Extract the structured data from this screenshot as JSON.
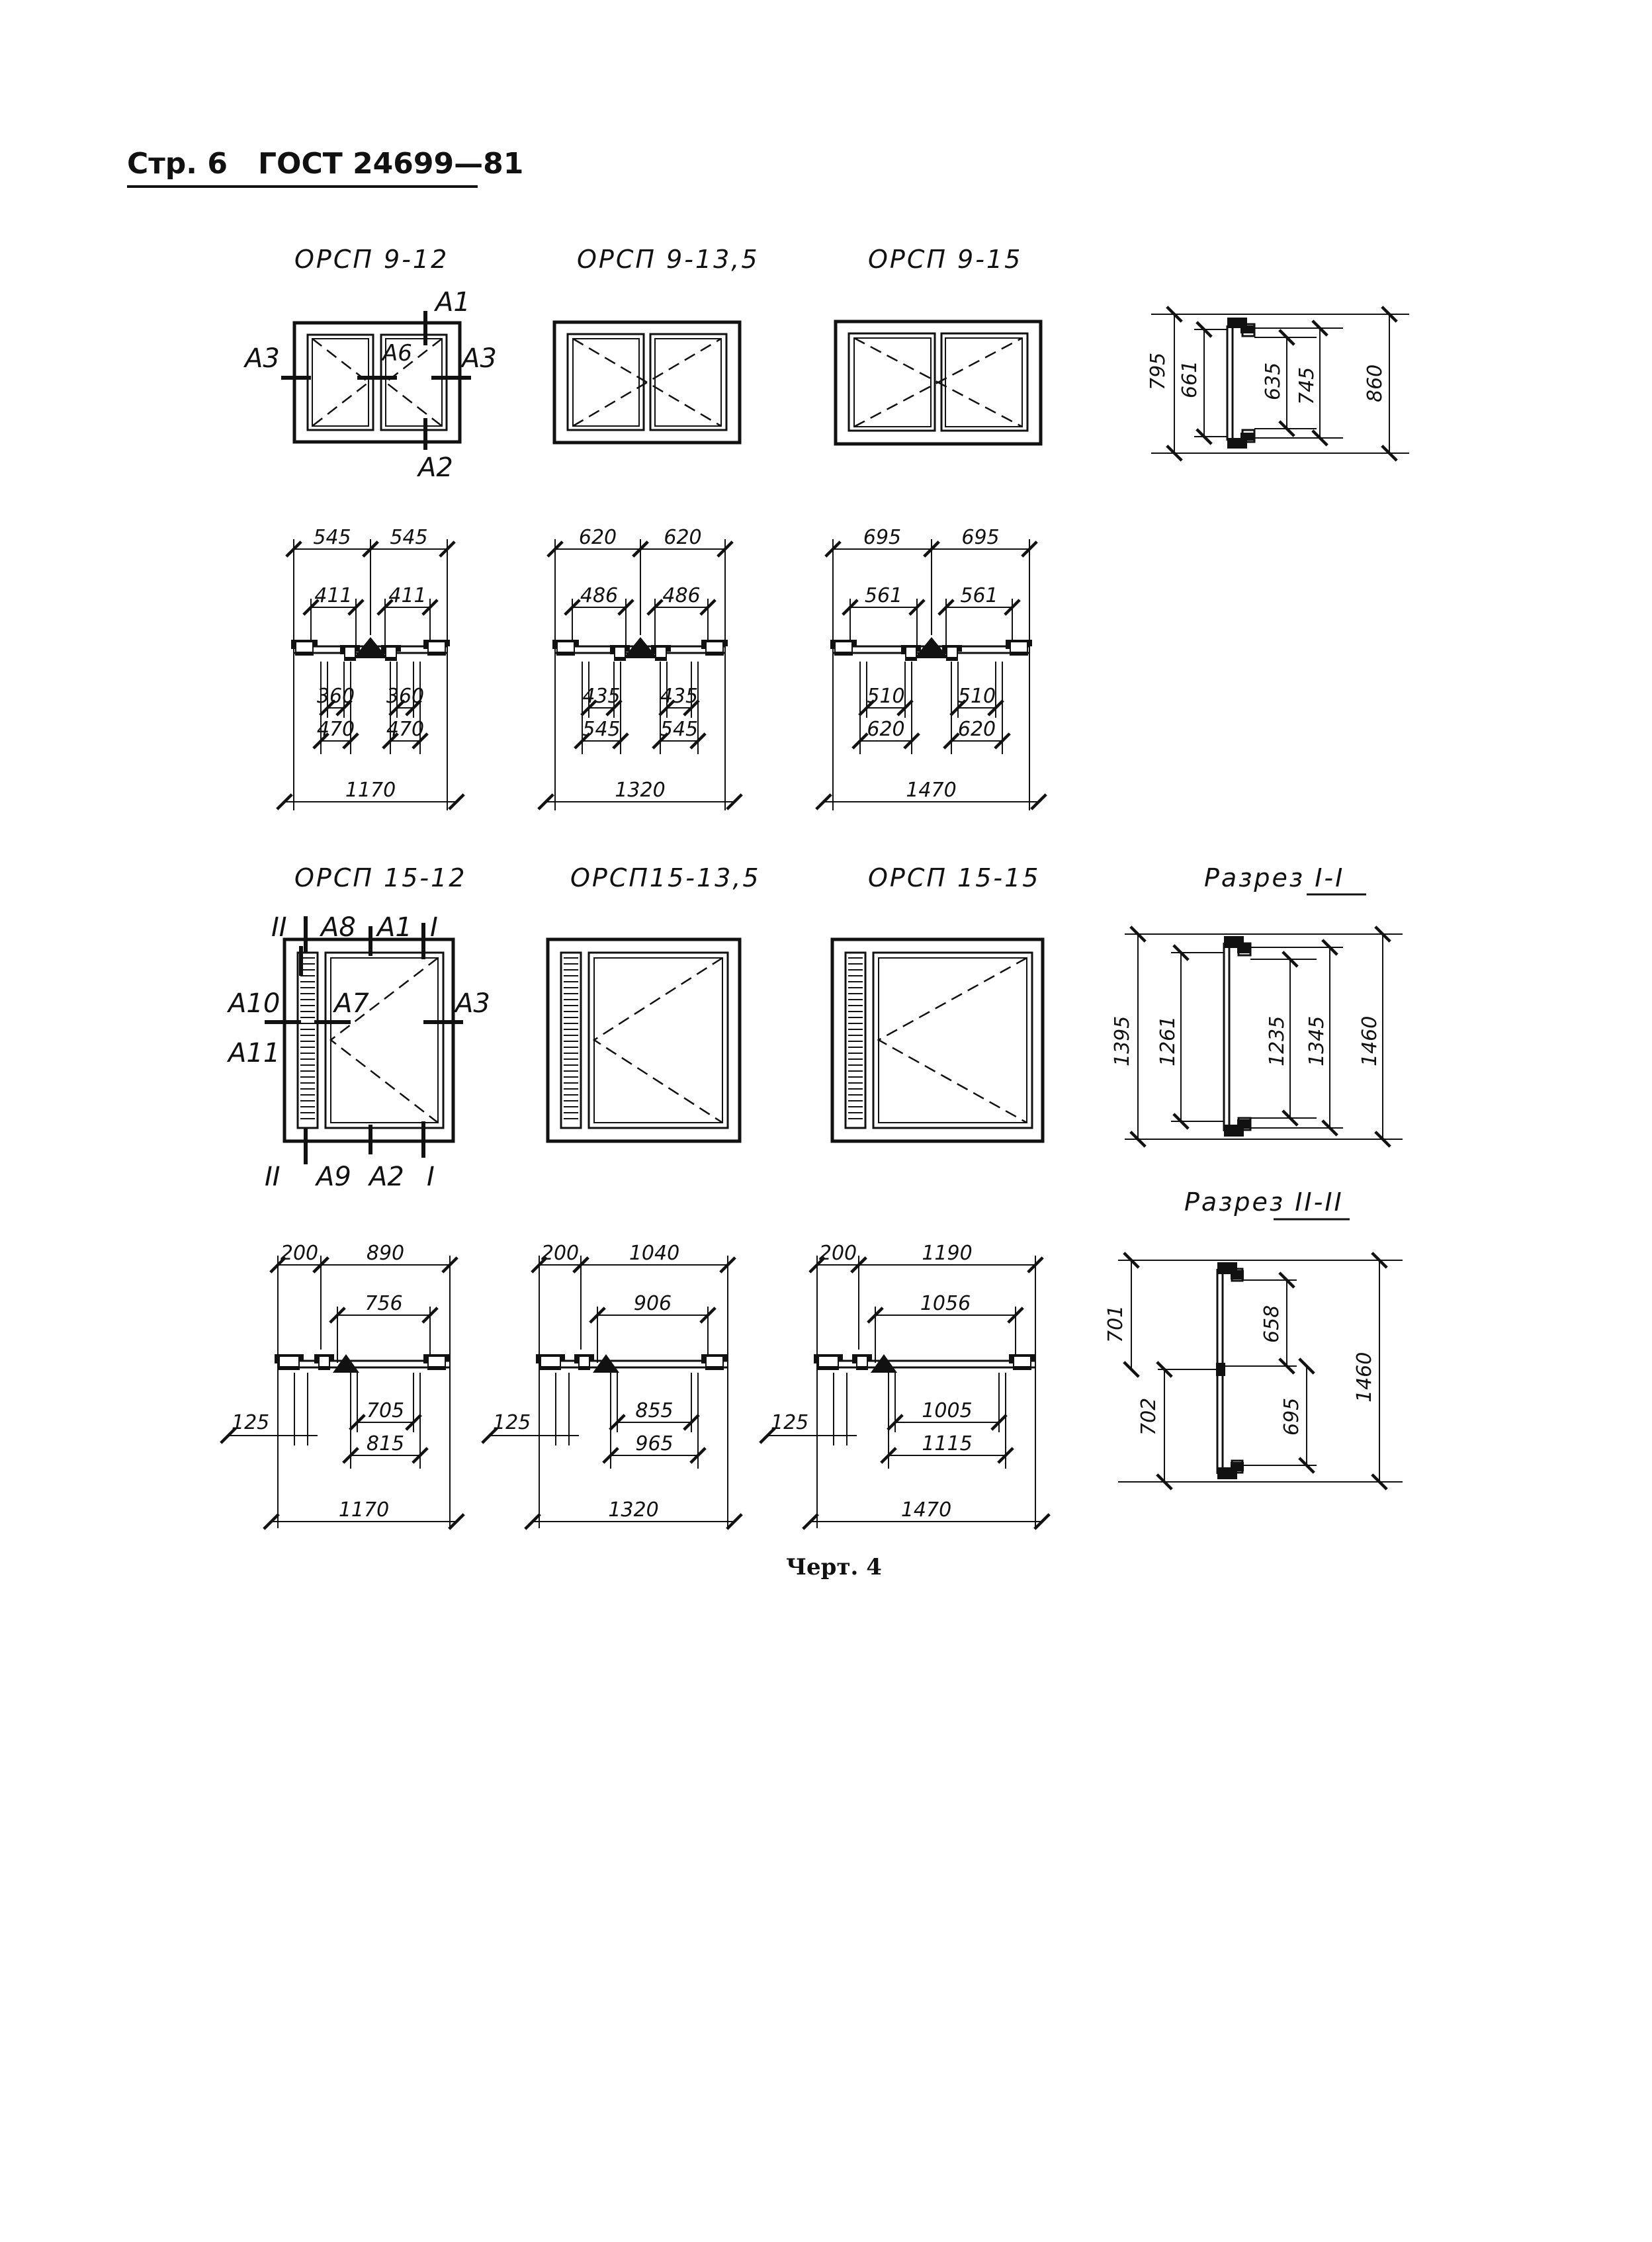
{
  "header": {
    "page": "Стр. 6",
    "standard": "ГОСТ 24699—81"
  },
  "row1": {
    "windows": [
      {
        "title": "ОРСП 9-12"
      },
      {
        "title": "ОРСП 9-13,5"
      },
      {
        "title": "ОРСП 9-15"
      }
    ],
    "markers": {
      "a1": "А1",
      "a2": "А2",
      "a3_left": "А3",
      "a3_right": "А3",
      "a6": "А6"
    },
    "section": {
      "d795": "795",
      "d661": "661",
      "d635": "635",
      "d745": "745",
      "d860": "860"
    }
  },
  "row2": {
    "plans": [
      {
        "left_top": "545",
        "right_top": "545",
        "left_inner": "411",
        "right_inner": "411",
        "left_glass": "360",
        "right_glass": "360",
        "left_sash": "470",
        "right_sash": "470",
        "total": "1170"
      },
      {
        "left_top": "620",
        "right_top": "620",
        "left_inner": "486",
        "right_inner": "486",
        "left_glass": "435",
        "right_glass": "435",
        "left_sash": "545",
        "right_sash": "545",
        "total": "1320"
      },
      {
        "left_top": "695",
        "right_top": "695",
        "left_inner": "561",
        "right_inner": "561",
        "left_glass": "510",
        "right_glass": "510",
        "left_sash": "620",
        "right_sash": "620",
        "total": "1470"
      }
    ]
  },
  "row3": {
    "windows": [
      {
        "title": "ОРСП 15-12"
      },
      {
        "title": "ОРСП15-13,5"
      },
      {
        "title": "ОРСП 15-15"
      }
    ],
    "markers": {
      "ii_top": "II",
      "a8": "А8",
      "a1": "А1",
      "i_top": "I",
      "a10": "А10",
      "a7": "А7",
      "a3": "А3",
      "a11": "А11",
      "ii_bottom": "II",
      "a9": "А9",
      "a2": "А2",
      "i_bottom": "I"
    },
    "section": {
      "title": "Разрез I-I",
      "d1395": "1395",
      "d1261": "1261",
      "d1235": "1235",
      "d1345": "1345",
      "d1460": "1460"
    }
  },
  "row4": {
    "plans": [
      {
        "d200": "200",
        "top": "890",
        "inner": "756",
        "d125": "125",
        "glass": "705",
        "sash": "815",
        "total": "1170"
      },
      {
        "d200": "200",
        "top": "1040",
        "inner": "906",
        "d125": "125",
        "glass": "855",
        "sash": "965",
        "total": "1320"
      },
      {
        "d200": "200",
        "top": "1190",
        "inner": "1056",
        "d125": "125",
        "glass": "1005",
        "sash": "1115",
        "total": "1470"
      }
    ],
    "section": {
      "title": "Разрез II-II",
      "d701": "701",
      "d702": "702",
      "d658": "658",
      "d695": "695",
      "d1460": "1460"
    }
  },
  "caption": "Черт. 4"
}
